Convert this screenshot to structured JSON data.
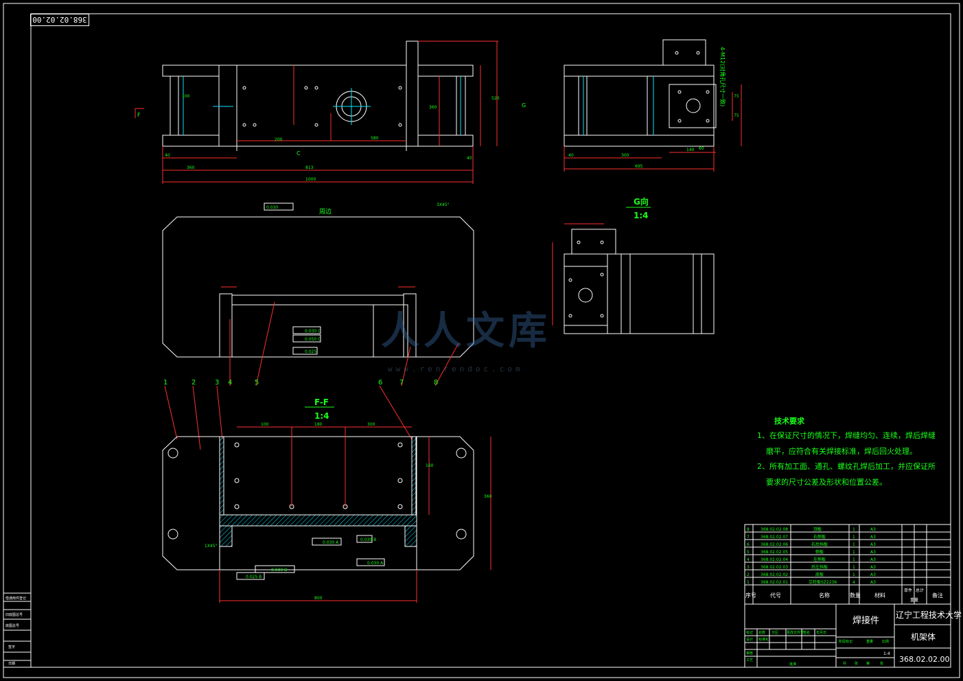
{
  "drawing_code": "368.02.02.00",
  "views": {
    "section_ff_title": "F-F",
    "section_ff_scale": "1:4",
    "view_g_title": "G向",
    "view_g_scale": "1:4"
  },
  "main_view": {
    "dims": [
      "40",
      "360",
      "813",
      "1000",
      "40",
      "200",
      "580",
      "100",
      "520",
      "360"
    ],
    "label_c": "C",
    "label_g": "G",
    "label_f": "F"
  },
  "side_view": {
    "dims": [
      "40",
      "300",
      "695",
      "140",
      "60",
      "75",
      "75"
    ],
    "annotation": "4-M12(对角孔尺寸一致)"
  },
  "weld_view": {
    "note": "周边",
    "angle": "3X45°",
    "flatness": "0.030",
    "tolerances": [
      "0.030 C",
      "0.050 C",
      "0.025"
    ],
    "balloons": [
      "1",
      "2",
      "3",
      "4",
      "5",
      "6",
      "7",
      "8"
    ]
  },
  "section_ff": {
    "dims": [
      "100",
      "180",
      "300",
      "160",
      "360",
      "800"
    ],
    "tolerances": [
      "0.030 A",
      "0.030 A",
      "0.030 B",
      "0.025 B",
      "0.030 B"
    ],
    "chamfer": "1X45°"
  },
  "tech_req": {
    "title": "技术要求",
    "line1": "1、在保证尺寸的情况下，焊缝均匀、连续，焊后焊缝",
    "line1b": "磨平，应符合有关焊接标准，焊后回火处理。",
    "line2": "2、所有加工面、通孔、螺纹孔焊后加工，并应保证所",
    "line2b": "要求的尺寸公差及形状和位置公差。"
  },
  "bom": {
    "rows": [
      {
        "no": "8",
        "code": "368.02.02.08",
        "name": "顶板",
        "qty": "1",
        "mat": "A3"
      },
      {
        "no": "7",
        "code": "368.02.02.07",
        "name": "右侧板",
        "qty": "1",
        "mat": "A3"
      },
      {
        "no": "6",
        "code": "368.02.02.06",
        "name": "右后挡板",
        "qty": "1",
        "mat": "A3"
      },
      {
        "no": "5",
        "code": "368.02.02.05",
        "name": "侧板",
        "qty": "1",
        "mat": "A3"
      },
      {
        "no": "4",
        "code": "368.02.02.04",
        "name": "左侧板",
        "qty": "1",
        "mat": "A3"
      },
      {
        "no": "3",
        "code": "368.02.02.03",
        "name": "后左挡板",
        "qty": "1",
        "mat": "A3"
      },
      {
        "no": "2",
        "code": "368.02.02.02",
        "name": "底板",
        "qty": "1",
        "mat": "A3"
      },
      {
        "no": "1",
        "code": "368.02.02.01",
        "name": "立柱板SZ2236",
        "qty": "4",
        "mat": "A3"
      }
    ],
    "header": {
      "no": "序号",
      "code": "代号",
      "name": "名称",
      "qty": "数量",
      "mat": "材料",
      "unit": "单件",
      "total": "总计",
      "weight": "重量",
      "remark": "备注"
    }
  },
  "title_block": {
    "part_name": "焊接件",
    "school": "辽宁工程技术大学",
    "assembly": "机架体",
    "drawing_no": "368.02.02.00",
    "scale": "1:4",
    "labels": [
      "标记",
      "处数",
      "分区",
      "更改文件号",
      "签名",
      "年月日",
      "设计",
      "标准化",
      "阶段标记",
      "重量",
      "比例",
      "审核",
      "工艺",
      "批准",
      "共",
      "张",
      "第",
      "张"
    ]
  },
  "left_strip": [
    "借通用件登记",
    "旧底图总号",
    "底图总号",
    "签字",
    "日期"
  ],
  "watermark": {
    "text": "人人文库",
    "url": "www.renrendoc.com"
  },
  "colors": {
    "line": "#ffffff",
    "dim": "#ff3030",
    "center": "#00e5ff",
    "text": "#1aff1a",
    "hatch": "#00e5ff"
  }
}
